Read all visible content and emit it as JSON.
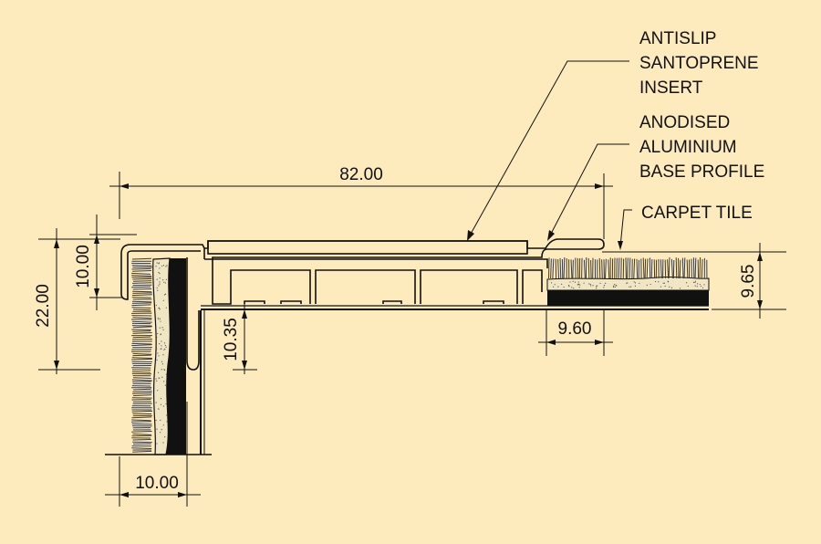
{
  "labels": {
    "insert": [
      "ANTISLIP",
      "SANTOPRENE",
      "INSERT"
    ],
    "profile": [
      "ANODISED",
      "ALUMINIUM",
      "BASE PROFILE"
    ],
    "carpet": "CARPET TILE"
  },
  "dimensions": {
    "overall_width": "82.00",
    "nose_height": "10.00",
    "overall_height": "22.00",
    "leg_height": "10.35",
    "nose_width": "10.00",
    "carpet_height": "9.65",
    "carpet_offset": "9.60"
  },
  "colors": {
    "background": "#fdebbe",
    "line": "#111111",
    "carpet_pile": "#3a3a3a",
    "underlay": "#f1e6c4"
  }
}
